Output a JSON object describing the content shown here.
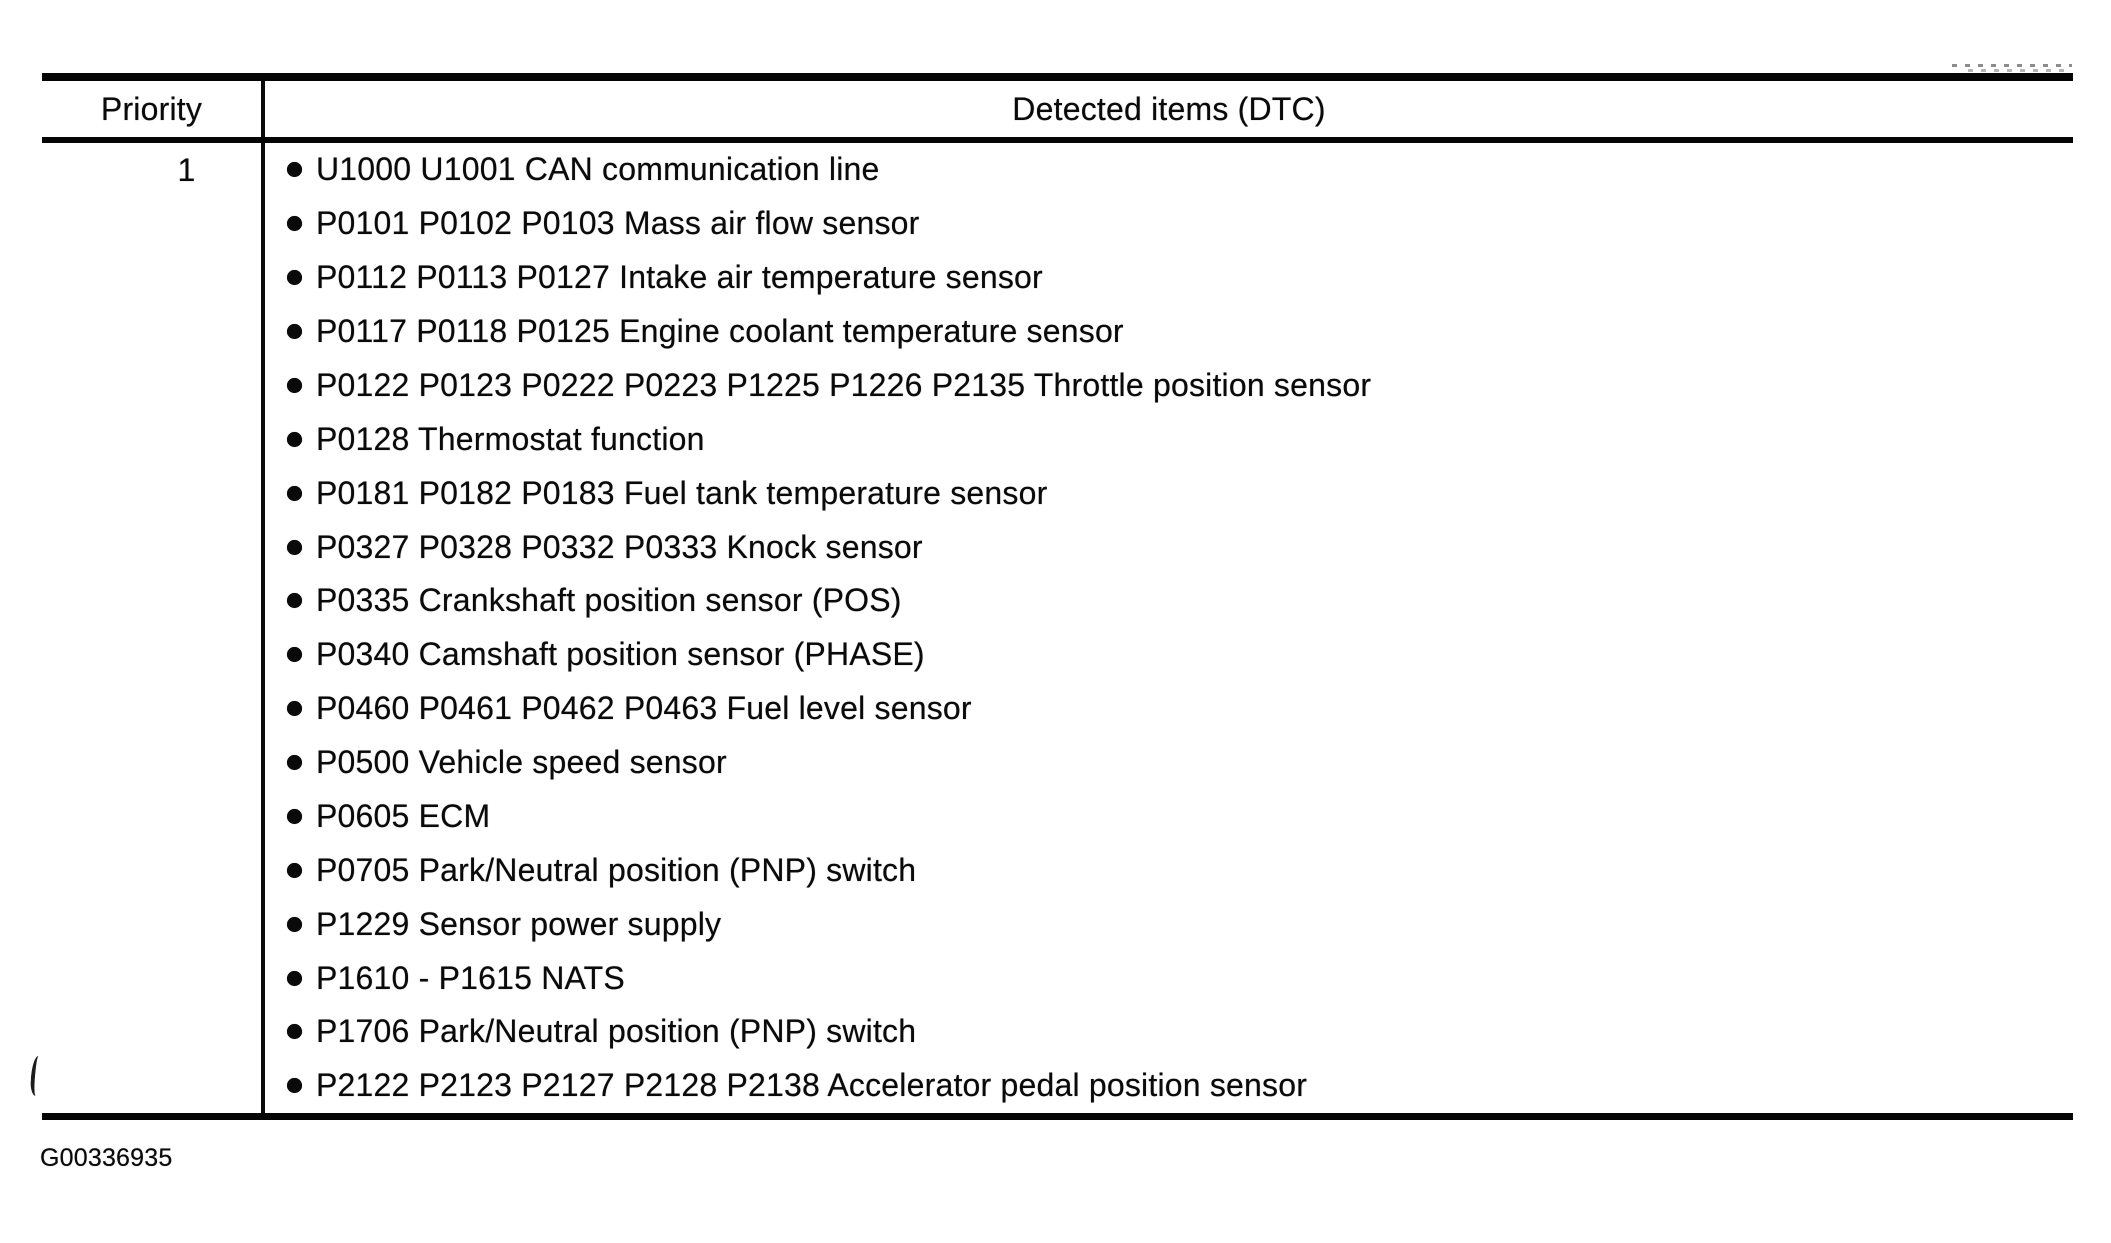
{
  "page": {
    "figure_code": "G00336935"
  },
  "table": {
    "header": {
      "priority": "Priority",
      "detected_items": "Detected items (DTC)"
    },
    "rows": [
      {
        "priority": "1",
        "items": [
          "U1000 U1001 CAN communication line",
          "P0101 P0102 P0103 Mass air flow sensor",
          "P0112 P0113 P0127 Intake air temperature sensor",
          "P0117 P0118 P0125 Engine coolant temperature sensor",
          "P0122 P0123 P0222 P0223 P1225 P1226 P2135 Throttle position sensor",
          "P0128 Thermostat function",
          "P0181 P0182 P0183 Fuel tank temperature sensor",
          "P0327 P0328 P0332 P0333 Knock sensor",
          "P0335 Crankshaft position sensor (POS)",
          "P0340 Camshaft position sensor (PHASE)",
          "P0460 P0461 P0462 P0463 Fuel level sensor",
          "P0500 Vehicle speed sensor",
          "P0605 ECM",
          "P0705 Park/Neutral position (PNP) switch",
          "P1229 Sensor power supply",
          "P1610 - P1615 NATS",
          "P1706 Park/Neutral position (PNP) switch",
          "P2122 P2123 P2127 P2128 P2138 Accelerator pedal position sensor"
        ]
      }
    ]
  },
  "icons": {
    "list_bullet": "filled-circle"
  },
  "colors": {
    "ink": "#0a0a0a",
    "paper": "#ffffff"
  }
}
